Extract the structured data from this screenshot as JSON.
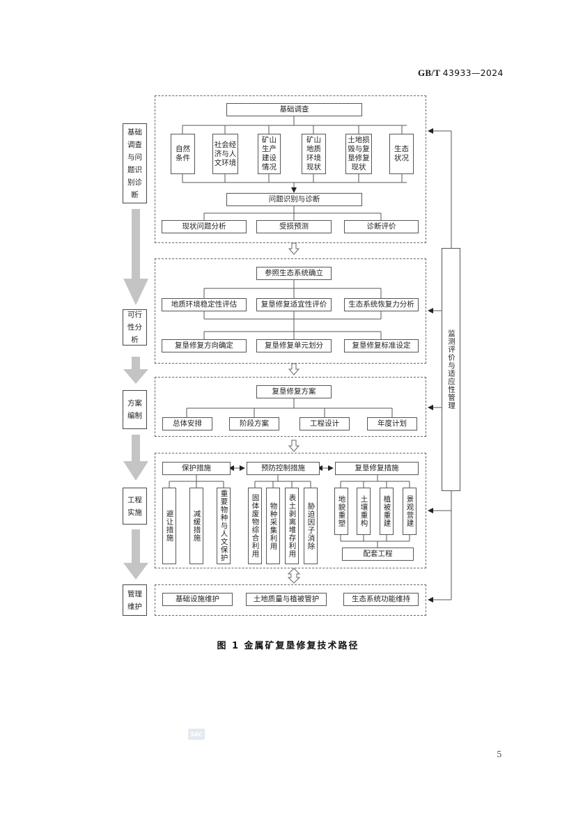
{
  "header": {
    "standard_prefix": "GB/T",
    "standard_number": "43933—2024"
  },
  "stages": [
    {
      "label": "基础\n调查\n与问\n题识\n别诊\n断"
    },
    {
      "label": "可行\n性分\n析"
    },
    {
      "label": "方案\n编制"
    },
    {
      "label": "工程\n实施"
    },
    {
      "label": "管理\n维护"
    }
  ],
  "monitoring": {
    "label": "监测评价与适应性管理"
  },
  "section1": {
    "top": "基础调查",
    "items": [
      "自然\n条件",
      "社会经\n济与人\n文环境",
      "矿山\n生产\n建设\n情况",
      "矿山\n地质\n环境\n现状",
      "土地损\n毁与复\n垦修复\n现状",
      "生态\n状况"
    ],
    "middle": "问题识别与诊断",
    "bottom": [
      "现状问题分析",
      "受损预测",
      "诊断评价"
    ]
  },
  "section2": {
    "top": "参照生态系统确立",
    "row1": [
      "地质环境稳定性评估",
      "复垦修复适宜性评价",
      "生态系统恢复力分析"
    ],
    "row2": [
      "复垦修复方向确定",
      "复垦修复单元划分",
      "复垦修复标准设定"
    ]
  },
  "section3": {
    "top": "复垦修复方案",
    "items": [
      "总体安排",
      "阶段方案",
      "工程设计",
      "年度计划"
    ]
  },
  "section4": {
    "groups": [
      {
        "title": "保护措施",
        "items": [
          "避让措施",
          "减缓措施",
          "重要物种与人文保护"
        ]
      },
      {
        "title": "预防控制措施",
        "items": [
          "固体废物综合利用",
          "物种采集利用",
          "表土剥离堆存利用",
          "胁迫因子消除"
        ]
      },
      {
        "title": "复垦修复措施",
        "items": [
          "地貌重塑",
          "土壤重构",
          "植被重建",
          "景观营建"
        ],
        "footer": "配套工程"
      }
    ]
  },
  "section5": {
    "items": [
      "基础设施维护",
      "土地质量与植被管护",
      "生态系统功能维持"
    ]
  },
  "caption": "图 1   金属矿复垦修复技术路径",
  "page_number": "5",
  "watermark": "SAC",
  "colors": {
    "flow_arrow": "#c4c4c4",
    "border": "#555555",
    "dash": "#666666"
  }
}
